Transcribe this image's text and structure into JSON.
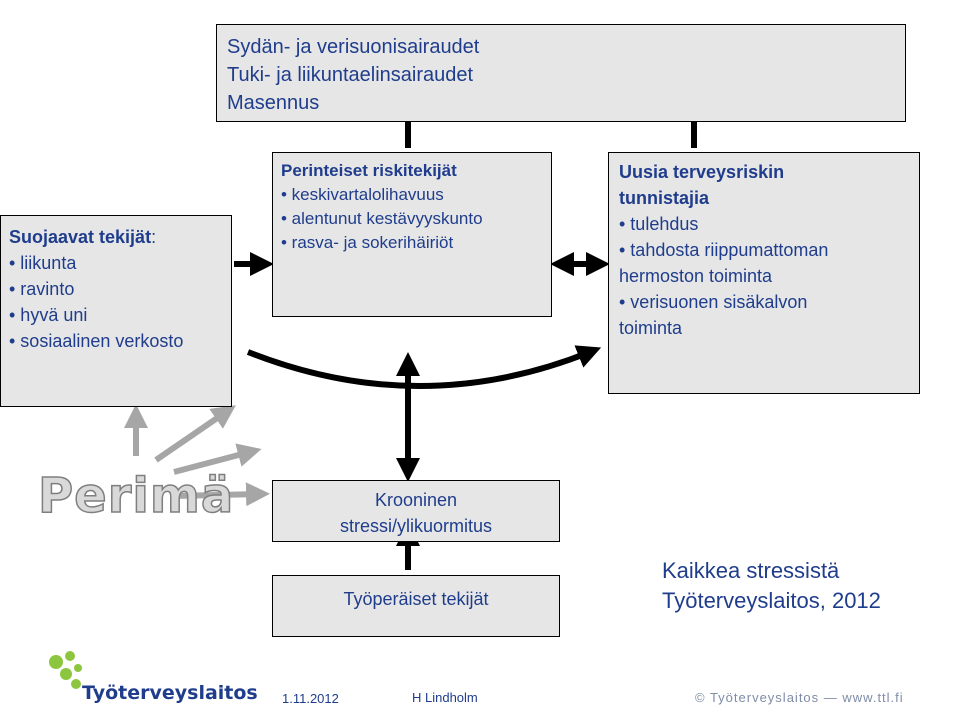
{
  "top_box": {
    "lines": [
      "Sydän- ja verisuonisairaudet",
      "Tuki- ja liikuntaelinsairaudet",
      "Masennus"
    ]
  },
  "left_box": {
    "title": "Suojaavat tekijät",
    "title_suffix": ":",
    "items": [
      "• liikunta",
      "• ravinto",
      "• hyvä uni",
      "• sosiaalinen verkosto"
    ]
  },
  "mid_box": {
    "title": "Perinteiset riskitekijät",
    "items": [
      "• keskivartalolihavuus",
      "• alentunut kestävyyskunto",
      "• rasva- ja sokerihäiriöt"
    ]
  },
  "right_box": {
    "title_lines": [
      "Uusia terveysriskin",
      "tunnistajia"
    ],
    "items": [
      "• tulehdus",
      "• tahdosta riippumattoman",
      "hermoston toiminta",
      "• verisuonen sisäkalvon",
      "toiminta"
    ]
  },
  "stress_box": {
    "lines": [
      "Krooninen",
      "stressi/ylikuormitus"
    ]
  },
  "work_box": {
    "label": "Työperäiset tekijät"
  },
  "perima_label": "Perimä",
  "source_note": {
    "lines": [
      "Kaikkea stressistä",
      "Työterveyslaitos, 2012"
    ]
  },
  "footer": {
    "date": "1.11.2012",
    "author": "H Lindholm",
    "copyright": "© Työterveyslaitos  —  www.ttl.fi"
  },
  "logo": {
    "text": "Työterveyslaitos",
    "colors": {
      "green": "#8cc63f",
      "navy": "#1f3d8c"
    }
  },
  "colors": {
    "box_fill": "#e6e6e6",
    "arrow_dark": "#000000",
    "arrow_grey": "#a6a6a6",
    "text": "#1f3d8c"
  }
}
